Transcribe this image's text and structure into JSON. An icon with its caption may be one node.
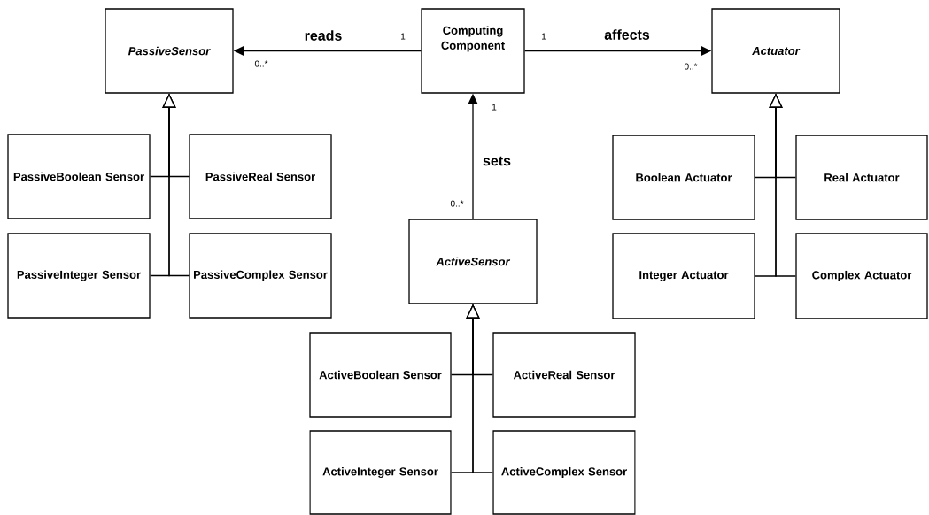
{
  "diagram": {
    "nodes": [
      {
        "text": [
          "PassiveSensor"
        ]
      },
      {
        "text": [
          "Computing Component"
        ]
      },
      {
        "text": [
          "Actuator"
        ]
      },
      {
        "text": [
          "PassiveBoolean Sensor"
        ]
      },
      {
        "text": [
          "PassiveReal Sensor"
        ]
      },
      {
        "text": [
          "PassiveInteger Sensor"
        ]
      },
      {
        "text": [
          "PassiveComplex Sensor"
        ]
      },
      {
        "text": [
          "Boolean Actuator"
        ]
      },
      {
        "text": [
          "Real Actuator"
        ]
      },
      {
        "text": [
          "Integer Actuator"
        ]
      },
      {
        "text": [
          "Complex Actuator"
        ]
      },
      {
        "text": [
          "ActiveSensor"
        ]
      },
      {
        "text": [
          "ActiveBoolean Sensor"
        ]
      },
      {
        "text": [
          "ActiveReal Sensor"
        ]
      },
      {
        "text": [
          "ActiveInteger Sensor"
        ]
      },
      {
        "text": [
          "ActiveComplex Sensor"
        ]
      }
    ],
    "edges": [
      {
        "from": 1,
        "to": 0,
        "arrow": "to",
        "label": "reads"
      },
      {
        "from": 1,
        "to": 2,
        "arrow": "to",
        "label": "affects"
      },
      {
        "from": 11,
        "to": 1,
        "arrow": "to",
        "label": "sets"
      },
      {
        "from": 3,
        "to": 0,
        "arrow": "to"
      },
      {
        "from": 4,
        "to": 0,
        "arrow": "to"
      },
      {
        "from": 5,
        "to": 0,
        "arrow": "to"
      },
      {
        "from": 6,
        "to": 0,
        "arrow": "to"
      },
      {
        "from": 7,
        "to": 2,
        "arrow": "to"
      },
      {
        "from": 8,
        "to": 2,
        "arrow": "to"
      },
      {
        "from": 9,
        "to": 2,
        "arrow": "to"
      },
      {
        "from": 10,
        "to": 2,
        "arrow": "to"
      },
      {
        "from": 12,
        "to": 11,
        "arrow": "to"
      },
      {
        "from": 13,
        "to": 11,
        "arrow": "to"
      },
      {
        "from": 14,
        "to": 11,
        "arrow": "to"
      },
      {
        "from": 15,
        "to": 11,
        "arrow": "to"
      }
    ],
    "labels": [
      "0..*",
      "1",
      "1",
      "0..*",
      "1",
      "0..*"
    ]
  }
}
